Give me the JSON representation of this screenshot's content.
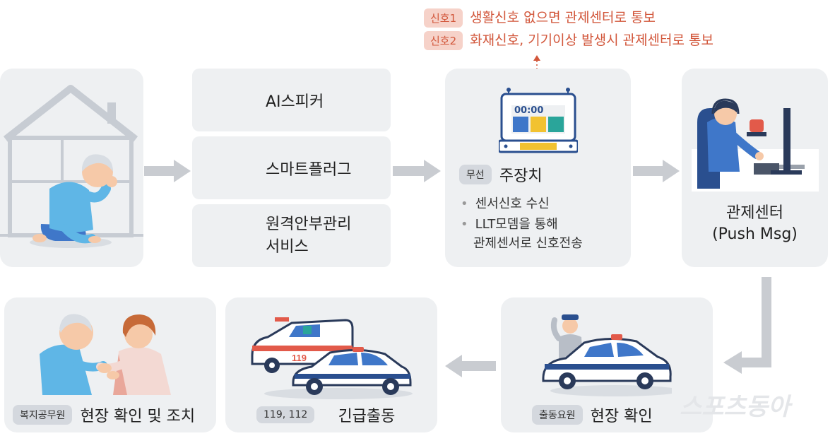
{
  "notices": [
    {
      "tag": "신호1",
      "text": "생활신호 없으면 관제센터로 통보"
    },
    {
      "tag": "신호2",
      "text": "화재신호, 기기이상 발생시 관제센터로 통보"
    }
  ],
  "devices": [
    "AI스피커",
    "스마트플러그",
    "원격안부관리",
    "서비스"
  ],
  "hub": {
    "tag": "무선",
    "title": "주장치",
    "display": "00:00",
    "bullets": [
      "센서신호 수신",
      "LLT모뎀을 통해",
      "관제센서로 신호전송"
    ]
  },
  "control_center": {
    "line1": "관제센터",
    "line2": "(Push Msg)"
  },
  "site_check": {
    "tag": "출동요원",
    "label": "현장 확인"
  },
  "dispatch": {
    "tag": "119, 112",
    "label": "긴급출동",
    "ambulance_mark": "119"
  },
  "welfare": {
    "tag": "복지공무원",
    "label": "현장 확인 및 조치"
  },
  "watermark": "스포츠동아",
  "colors": {
    "accent_red": "#d2563a",
    "card_bg": "#eef0f2",
    "arrow": "#c9ccd1",
    "blue": "#3f77c9"
  }
}
